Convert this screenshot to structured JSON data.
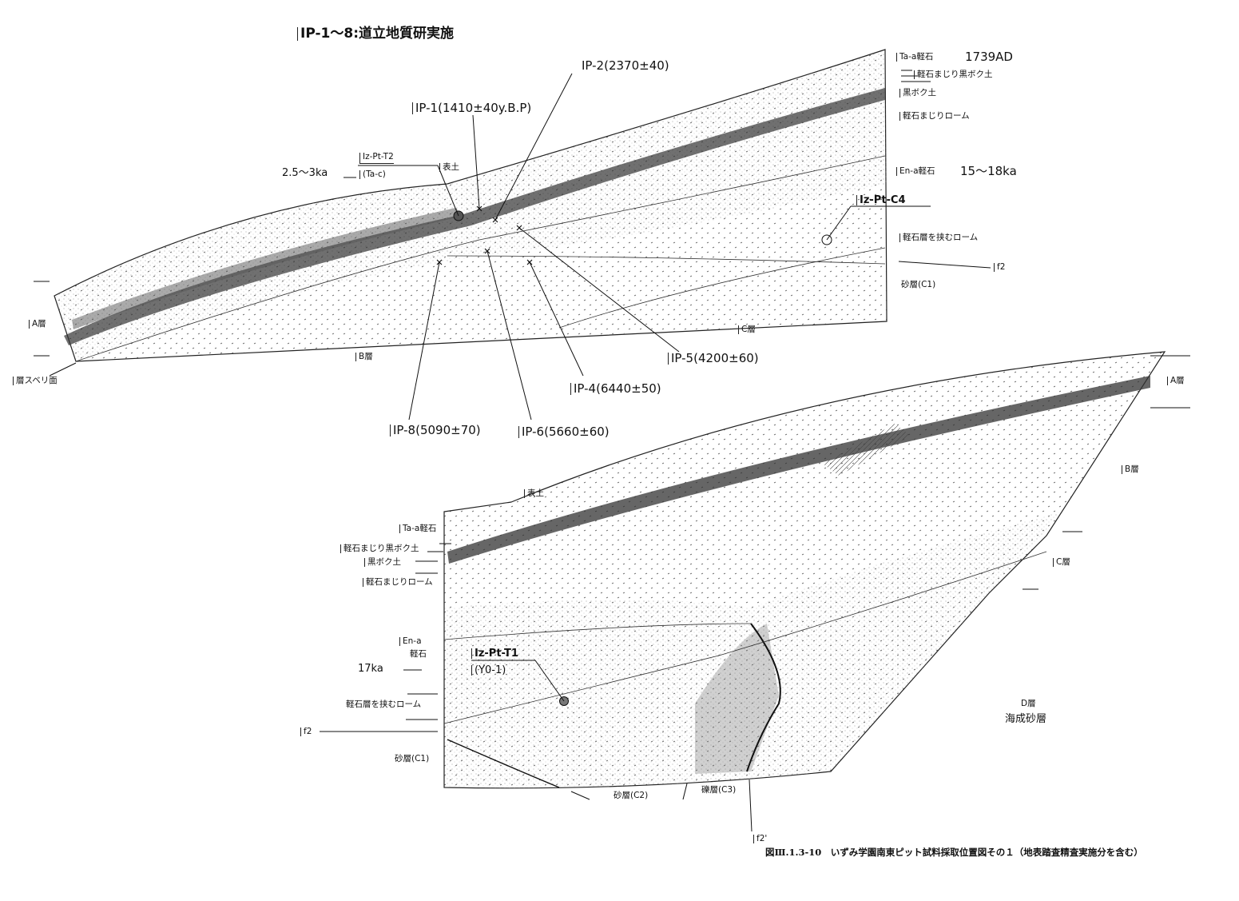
{
  "header": {
    "title": "IP-1〜8:道立地質研実施"
  },
  "upper": {
    "samples": {
      "ip1": "IP-1(1410±40y.B.P)",
      "ip2": "IP-2(2370±40)",
      "ip4": "IP-4(6440±50)",
      "ip5": "IP-5(4200±60)",
      "ip6": "IP-6(5660±60)",
      "ip8": "IP-8(5090±70)"
    },
    "labels": {
      "age_left": "2.5〜3ka",
      "iz_t2": "Iz-Pt-T2",
      "ta_c": "(Ta-c)",
      "hyodo": "表土",
      "a_layer": "A層",
      "b_layer": "B層",
      "c_layer": "C層",
      "slip": "層スベリ面",
      "iz_c4": "Iz-Pt-C4"
    },
    "legend": {
      "ta_a": "Ta-a軽石",
      "ta_a_age": "1739AD",
      "pumice_black": "軽石まじり黒ボク土",
      "black": "黒ボク土",
      "pumice_loam": "軽石まじりローム",
      "en_a": "En-a軽石",
      "en_a_age": "15〜18ka",
      "loam_pumice": "軽石層を挟むローム",
      "f2": "f2",
      "sand_c1": "砂層(C1)"
    }
  },
  "lower": {
    "labels": {
      "hyodo": "表土",
      "ta_a": "Ta-a軽石",
      "pumice_black": "軽石まじり黒ボク土",
      "black": "黒ボク土",
      "pumice_loam": "軽石まじりローム",
      "en_a_1": "En-a",
      "en_a_2": "軽石",
      "age": "17ka",
      "loam_pumice": "軽石層を挟むローム",
      "f2": "f2",
      "sand_c1": "砂層(C1)",
      "sand_c2": "砂層(C2)",
      "gravel_c3": "礫層(C3)",
      "f2p": "f2'",
      "iz_t1": "Iz-Pt-T1",
      "yo1": "(Y0-1)",
      "a_layer": "A層",
      "b_layer": "B層",
      "c_layer": "C層",
      "d_layer": "D層",
      "marine_sand": "海成砂層"
    }
  },
  "caption": "図Ⅲ.1.3-10　いずみ学園南東ピット試料採取位置図その１（地表踏査精査実施分を含む）"
}
